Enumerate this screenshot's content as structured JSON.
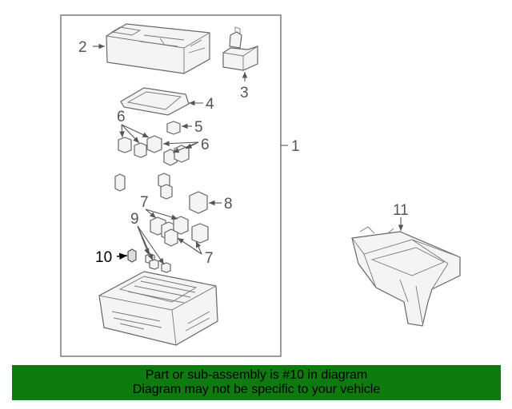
{
  "callouts": {
    "c1": "1",
    "c2": "2",
    "c3": "3",
    "c4": "4",
    "c5": "5",
    "c6a": "6",
    "c6b": "6",
    "c7a": "7",
    "c7b": "7",
    "c8": "8",
    "c9": "9",
    "c10": "10",
    "c11": "11"
  },
  "highlight_part": "10",
  "colors": {
    "footer_bg": "#0f7a0f",
    "line": "#555555",
    "highlight": "#000000"
  },
  "footer": {
    "line1": "Part or sub-assembly is #10 in diagram",
    "line2": "Diagram may not be specific to your vehicle"
  }
}
